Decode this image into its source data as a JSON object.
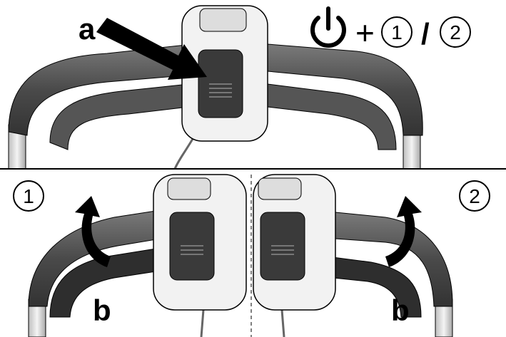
{
  "top_panel": {
    "callout_a": "a",
    "sequence": {
      "power_icon": "power-icon",
      "plus": "+",
      "option_1": "1",
      "separator": "/",
      "option_2": "2"
    }
  },
  "bottom_panel": {
    "left_step": "1",
    "right_step": "2",
    "callout_b_left": "b",
    "callout_b_right": "b"
  },
  "colors": {
    "handle_dark": "#4a4a4a",
    "handle_bar": "#5e5e5e",
    "frame_light": "#d8d8d8",
    "housing": "#f2f2f2",
    "button": "#3a3a3a",
    "ink": "#000000"
  }
}
